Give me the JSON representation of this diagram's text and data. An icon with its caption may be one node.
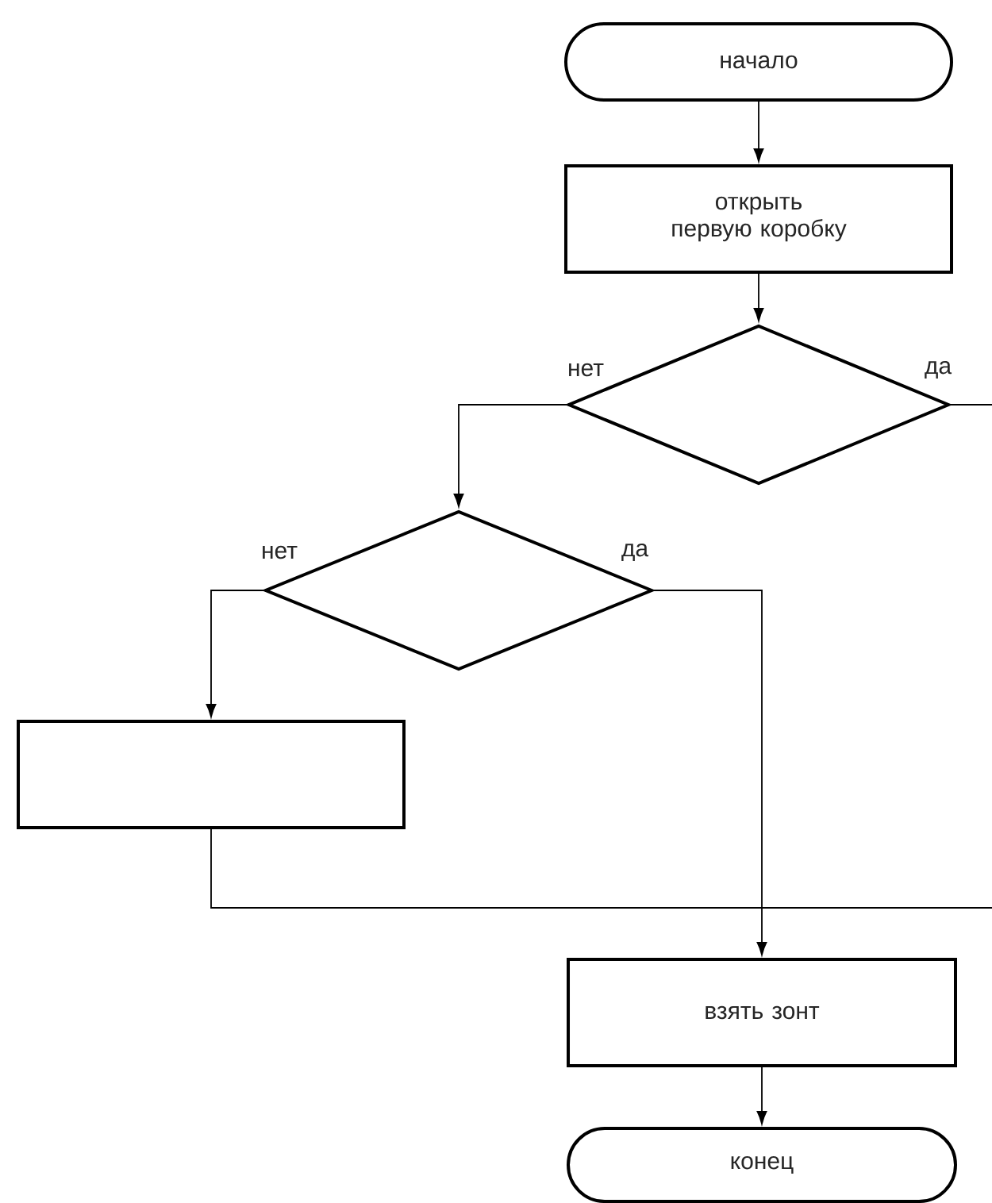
{
  "diagram": {
    "nodes": [
      {
        "text": [
          "начало"
        ]
      },
      {
        "text": [
          "открыть первую коробку"
        ]
      },
      {
        "text": [],
        "shape": "diamond"
      },
      {
        "text": [],
        "shape": "diamond"
      },
      {
        "text": [],
        "shape": "box"
      },
      {
        "text": [
          "взять зонт"
        ]
      },
      {
        "text": [
          "конец"
        ]
      }
    ],
    "edges": [
      {
        "from": 0,
        "to": 1,
        "arrow": "to"
      },
      {
        "from": 1,
        "to": 2,
        "arrow": "to"
      },
      {
        "from": 2,
        "to": 3,
        "arrow": "to",
        "label": "нет"
      },
      {
        "from": 2,
        "to": null,
        "arrow": "none",
        "label": "да"
      },
      {
        "from": 3,
        "to": 4,
        "arrow": "to",
        "label": "нет"
      },
      {
        "from": 3,
        "to": 5,
        "arrow": "to",
        "label": "да"
      },
      {
        "from": 4,
        "to": null,
        "arrow": "none"
      },
      {
        "from": 5,
        "to": 6,
        "arrow": "to"
      }
    ]
  }
}
